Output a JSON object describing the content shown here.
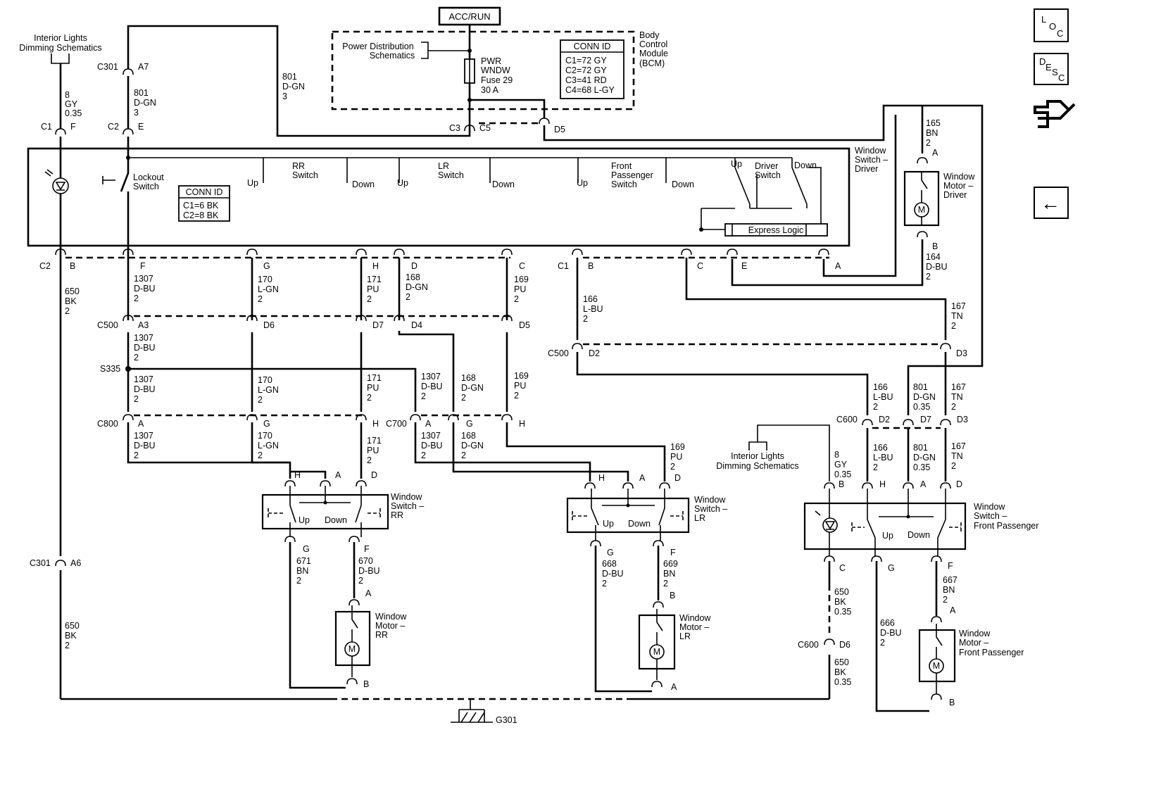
{
  "nav": {
    "loc": {
      "l": "L",
      "o": "O",
      "c": "C"
    },
    "desc": {
      "d": "D",
      "e": "E",
      "s": "S",
      "c": "C"
    },
    "back_glyph": "←"
  },
  "power": {
    "acc_run": "ACC/RUN",
    "pds_1": "Power Distribution",
    "pds_2": "Schematics",
    "fuse": [
      "PWR",
      "WNDW",
      "Fuse 29",
      "30 A"
    ],
    "bcm_conn_title": "CONN ID",
    "bcm_conn": [
      "C1=72 GY",
      "C2=72 GY",
      "C3=41 RD",
      "C4=68 L-GY"
    ],
    "bcm_label": [
      "Body",
      "Control",
      "Module",
      "(BCM)"
    ]
  },
  "labels": {
    "interior_1": "Interior Lights",
    "interior_2": "Dimming Schematics",
    "ws_driver": [
      "Window",
      "Switch –",
      "Driver"
    ],
    "wm_driver": [
      "Window",
      "Motor –",
      "Driver"
    ],
    "lockout": [
      "Lockout",
      "Switch"
    ],
    "rr_switch": [
      "RR",
      "Switch"
    ],
    "lr_switch": [
      "LR",
      "Switch"
    ],
    "fp_switch": [
      "Front",
      "Passenger",
      "Switch"
    ],
    "driver_switch": [
      "Driver",
      "Switch"
    ],
    "up": "Up",
    "down": "Down",
    "express": "Express Logic",
    "conn_title": "CONN ID",
    "conn_c1": "C1=6 BK",
    "conn_c2": "C2=8 BK",
    "ws_rr": [
      "Window",
      "Switch –",
      "RR"
    ],
    "ws_lr": [
      "Window",
      "Switch –",
      "LR"
    ],
    "ws_fp": [
      "Window",
      "Switch –",
      "Front Passenger"
    ],
    "wm_rr": [
      "Window",
      "Motor –",
      "RR"
    ],
    "wm_lr": [
      "Window",
      "Motor –",
      "LR"
    ],
    "wm_fp": [
      "Window",
      "Motor –",
      "Front Passenger"
    ],
    "ground": "G301"
  },
  "texts": [
    [
      "C301",
      138,
      99
    ],
    [
      "A7",
      196,
      99
    ],
    [
      "801",
      401,
      113
    ],
    [
      "D-GN",
      401,
      127
    ],
    [
      "3",
      401,
      141
    ],
    [
      "8",
      92,
      139
    ],
    [
      "GY",
      92,
      152
    ],
    [
      "0.35",
      92,
      165
    ],
    [
      "801",
      190,
      136
    ],
    [
      "D-GN",
      190,
      150
    ],
    [
      "3",
      190,
      164
    ],
    [
      "C1",
      58,
      184
    ],
    [
      "F",
      100,
      184
    ],
    [
      "C2",
      153,
      184
    ],
    [
      "E",
      196,
      184
    ],
    [
      "C3",
      638,
      186
    ],
    [
      "C5",
      681,
      186
    ],
    [
      "D5",
      787,
      188
    ],
    [
      "165",
      1315,
      179
    ],
    [
      "BN",
      1315,
      193
    ],
    [
      "2",
      1315,
      207
    ],
    [
      "A",
      1324,
      221
    ],
    [
      "C2",
      56,
      382
    ],
    [
      "B",
      99,
      382
    ],
    [
      "F",
      199,
      382
    ],
    [
      "G",
      374,
      382
    ],
    [
      "H",
      529,
      382
    ],
    [
      "D",
      584,
      382
    ],
    [
      "C",
      737,
      382
    ],
    [
      "C1",
      792,
      382
    ],
    [
      "B",
      835,
      382
    ],
    [
      "C",
      990,
      382
    ],
    [
      "E",
      1053,
      382
    ],
    [
      "A",
      1186,
      382
    ],
    [
      "B",
      1324,
      354
    ],
    [
      "164",
      1315,
      369
    ],
    [
      "D-BU",
      1315,
      383
    ],
    [
      "2",
      1315,
      397
    ],
    [
      "650",
      92,
      418
    ],
    [
      "BK",
      92,
      432
    ],
    [
      "2",
      92,
      446
    ],
    [
      "1307",
      190,
      400
    ],
    [
      "D-BU",
      190,
      414
    ],
    [
      "2",
      190,
      428
    ],
    [
      "170",
      366,
      401
    ],
    [
      "L-GN",
      366,
      415
    ],
    [
      "2",
      366,
      429
    ],
    [
      "171",
      521,
      401
    ],
    [
      "PU",
      521,
      415
    ],
    [
      "2",
      521,
      429
    ],
    [
      "168",
      576,
      398
    ],
    [
      "D-GN",
      576,
      412
    ],
    [
      "2",
      576,
      426
    ],
    [
      "169",
      730,
      401
    ],
    [
      "PU",
      730,
      415
    ],
    [
      "2",
      730,
      429
    ],
    [
      "166",
      828,
      429
    ],
    [
      "L-BU",
      828,
      443
    ],
    [
      "2",
      828,
      457
    ],
    [
      "167",
      1351,
      439
    ],
    [
      "TN",
      1351,
      453
    ],
    [
      "2",
      1351,
      467
    ],
    [
      "C500",
      138,
      466
    ],
    [
      "A3",
      196,
      466
    ],
    [
      "D6",
      374,
      466
    ],
    [
      "D7",
      529,
      466
    ],
    [
      "D4",
      584,
      466
    ],
    [
      "D5",
      737,
      466
    ],
    [
      "1307",
      190,
      484
    ],
    [
      "D-BU",
      190,
      498
    ],
    [
      "2",
      190,
      512
    ],
    [
      "C500",
      778,
      506
    ],
    [
      "D2",
      836,
      506
    ],
    [
      "D3",
      1358,
      506
    ],
    [
      "S335",
      142,
      528
    ],
    [
      "1307",
      190,
      543
    ],
    [
      "D-BU",
      190,
      557
    ],
    [
      "2",
      190,
      571
    ],
    [
      "170",
      366,
      544
    ],
    [
      "L-GN",
      366,
      558
    ],
    [
      "2",
      366,
      572
    ],
    [
      "171",
      521,
      541
    ],
    [
      "PU",
      521,
      555
    ],
    [
      "2",
      521,
      569
    ],
    [
      "1307",
      598,
      539
    ],
    [
      "D-BU",
      598,
      553
    ],
    [
      "2",
      598,
      567
    ],
    [
      "168",
      655,
      541
    ],
    [
      "D-GN",
      655,
      555
    ],
    [
      "2",
      655,
      569
    ],
    [
      "169",
      730,
      538
    ],
    [
      "PU",
      730,
      552
    ],
    [
      "2",
      730,
      566
    ],
    [
      "166",
      1240,
      554
    ],
    [
      "L-BU",
      1240,
      568
    ],
    [
      "2",
      1240,
      582
    ],
    [
      "801",
      1297,
      554
    ],
    [
      "D-GN",
      1297,
      568
    ],
    [
      "0.35",
      1297,
      582
    ],
    [
      "167",
      1351,
      554
    ],
    [
      "TN",
      1351,
      568
    ],
    [
      "2",
      1351,
      582
    ],
    [
      "C800",
      138,
      606
    ],
    [
      "A",
      196,
      606
    ],
    [
      "G",
      374,
      606
    ],
    [
      "H",
      529,
      606
    ],
    [
      "C700",
      548,
      606
    ],
    [
      "A",
      604,
      606
    ],
    [
      "G",
      662,
      606
    ],
    [
      "H",
      737,
      606
    ],
    [
      "C600",
      1188,
      600
    ],
    [
      "D2",
      1248,
      600
    ],
    [
      "D7",
      1307,
      600
    ],
    [
      "D3",
      1359,
      600
    ],
    [
      "1307",
      190,
      623
    ],
    [
      "D-BU",
      190,
      637
    ],
    [
      "2",
      190,
      651
    ],
    [
      "170",
      366,
      623
    ],
    [
      "L-GN",
      366,
      637
    ],
    [
      "2",
      366,
      651
    ],
    [
      "171",
      521,
      630
    ],
    [
      "PU",
      521,
      644
    ],
    [
      "2",
      521,
      658
    ],
    [
      "1307",
      598,
      623
    ],
    [
      "D-BU",
      598,
      637
    ],
    [
      "2",
      598,
      651
    ],
    [
      "168",
      655,
      623
    ],
    [
      "D-GN",
      655,
      637
    ],
    [
      "2",
      655,
      651
    ],
    [
      "169",
      952,
      639
    ],
    [
      "PU",
      952,
      653
    ],
    [
      "2",
      952,
      667
    ],
    [
      "8",
      1185,
      650
    ],
    [
      "GY",
      1185,
      664
    ],
    [
      "0.35",
      1185,
      678
    ],
    [
      "166",
      1240,
      640
    ],
    [
      "L-BU",
      1240,
      654
    ],
    [
      "2",
      1240,
      668
    ],
    [
      "801",
      1297,
      640
    ],
    [
      "D-GN",
      1297,
      654
    ],
    [
      "0.35",
      1297,
      668
    ],
    [
      "167",
      1351,
      638
    ],
    [
      "TN",
      1351,
      652
    ],
    [
      "2",
      1351,
      666
    ],
    [
      "H",
      418,
      679
    ],
    [
      "A",
      476,
      679
    ],
    [
      "D",
      527,
      679
    ],
    [
      "H",
      850,
      683
    ],
    [
      "A",
      908,
      683
    ],
    [
      "D",
      958,
      683
    ],
    [
      "B",
      1191,
      692
    ],
    [
      "H",
      1249,
      692
    ],
    [
      "A",
      1307,
      692
    ],
    [
      "D",
      1358,
      692
    ],
    [
      "G",
      430,
      784
    ],
    [
      "F",
      517,
      784
    ],
    [
      "671",
      421,
      801
    ],
    [
      "BN",
      421,
      815
    ],
    [
      "2",
      421,
      829
    ],
    [
      "670",
      509,
      801
    ],
    [
      "D-BU",
      509,
      815
    ],
    [
      "2",
      509,
      829
    ],
    [
      "G",
      862,
      789
    ],
    [
      "F",
      952,
      789
    ],
    [
      "668",
      855,
      805
    ],
    [
      "D-BU",
      855,
      819
    ],
    [
      "2",
      855,
      833
    ],
    [
      "669",
      942,
      805
    ],
    [
      "BN",
      942,
      819
    ],
    [
      "2",
      942,
      833
    ],
    [
      "C",
      1192,
      811
    ],
    [
      "G",
      1261,
      811
    ],
    [
      "F",
      1346,
      808
    ],
    [
      "667",
      1339,
      828
    ],
    [
      "BN",
      1339,
      842
    ],
    [
      "2",
      1339,
      856
    ],
    [
      "C301",
      42,
      804
    ],
    [
      "A6",
      100,
      804
    ],
    [
      "650",
      1185,
      845
    ],
    [
      "BK",
      1185,
      859
    ],
    [
      "0.35",
      1185,
      873
    ],
    [
      "A",
      519,
      847
    ],
    [
      "B",
      951,
      850
    ],
    [
      "A",
      1349,
      871
    ],
    [
      "666",
      1250,
      889
    ],
    [
      "D-BU",
      1250,
      903
    ],
    [
      "2",
      1250,
      917
    ],
    [
      "650",
      92,
      893
    ],
    [
      "BK",
      92,
      907
    ],
    [
      "2",
      92,
      921
    ],
    [
      "C600",
      1133,
      920
    ],
    [
      "D6",
      1192,
      920
    ],
    [
      "650",
      1185,
      945
    ],
    [
      "BK",
      1185,
      959
    ],
    [
      "0.35",
      1185,
      973
    ],
    [
      "B",
      516,
      976
    ],
    [
      "A",
      953,
      980
    ],
    [
      "B",
      1348,
      1002
    ]
  ]
}
